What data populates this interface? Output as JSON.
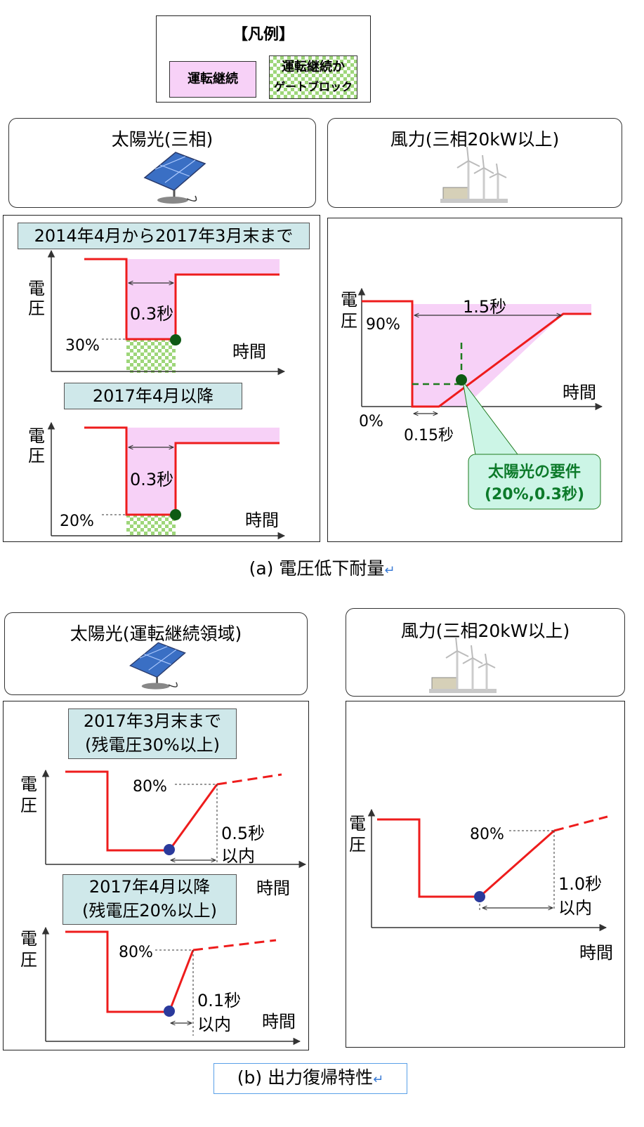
{
  "legend": {
    "title": "【凡例】",
    "items": [
      {
        "label": "運転継続",
        "color": "#f7d1f7"
      },
      {
        "label_line1": "運転継続か",
        "label_line2": "ゲートブロック",
        "color": "#9ed67a"
      }
    ]
  },
  "section_a": {
    "caption": "(a) 電圧低下耐量",
    "solar_header": "太陽光(三相)",
    "wind_header": "風力(三相20kW以上)",
    "solar_top": {
      "tag": "2014年4月から2017年3月末まで",
      "ylabel": "電圧",
      "xlabel": "時間",
      "duration": "0.3秒",
      "residual": "30%"
    },
    "solar_bottom": {
      "tag": "2017年4月以降",
      "ylabel": "電圧",
      "xlabel": "時間",
      "duration": "0.3秒",
      "residual": "20%"
    },
    "wind": {
      "ylabel_1": "電",
      "ylabel_2": "圧",
      "xlabel": "時間",
      "level": "90%",
      "zero": "0%",
      "dur_long": "1.5秒",
      "dur_short": "0.15秒",
      "callout_1": "太陽光の要件",
      "callout_2": "(20%,0.3秒)"
    }
  },
  "section_b": {
    "caption": "(b) 出力復帰特性",
    "solar_header": "太陽光(運転継続領域)",
    "wind_header": "風力(三相20kW以上)",
    "solar_top": {
      "tag_1": "2017年3月末まで",
      "tag_2": "(残電圧30%以上)",
      "ylabel": "電圧",
      "xlabel": "時間",
      "level": "80%",
      "time_1": "0.5秒",
      "time_2": "以内"
    },
    "solar_bottom": {
      "tag_1": "2017年4月以降",
      "tag_2": "(残電圧20%以上)",
      "ylabel": "電圧",
      "xlabel": "時間",
      "level": "80%",
      "time_1": "0.1秒",
      "time_2": "以内"
    },
    "wind": {
      "ylabel_1": "電",
      "ylabel_2": "圧",
      "xlabel": "時間",
      "level": "80%",
      "time_1": "1.0秒",
      "time_2": "以内"
    }
  },
  "colors": {
    "curve": "#ee1c1c",
    "pink": "#f7d1f7",
    "green_check": "#9ed67a",
    "green_dot": "#0e5a14",
    "blue_dot": "#2a3a9c",
    "tag_bg": "#cfe8ea",
    "callout_bg": "#ccf5e6",
    "callout_text": "#0c7a2a"
  },
  "icons": [
    "solar-panel-icon",
    "wind-turbine-icon",
    "return-mark-icon"
  ]
}
